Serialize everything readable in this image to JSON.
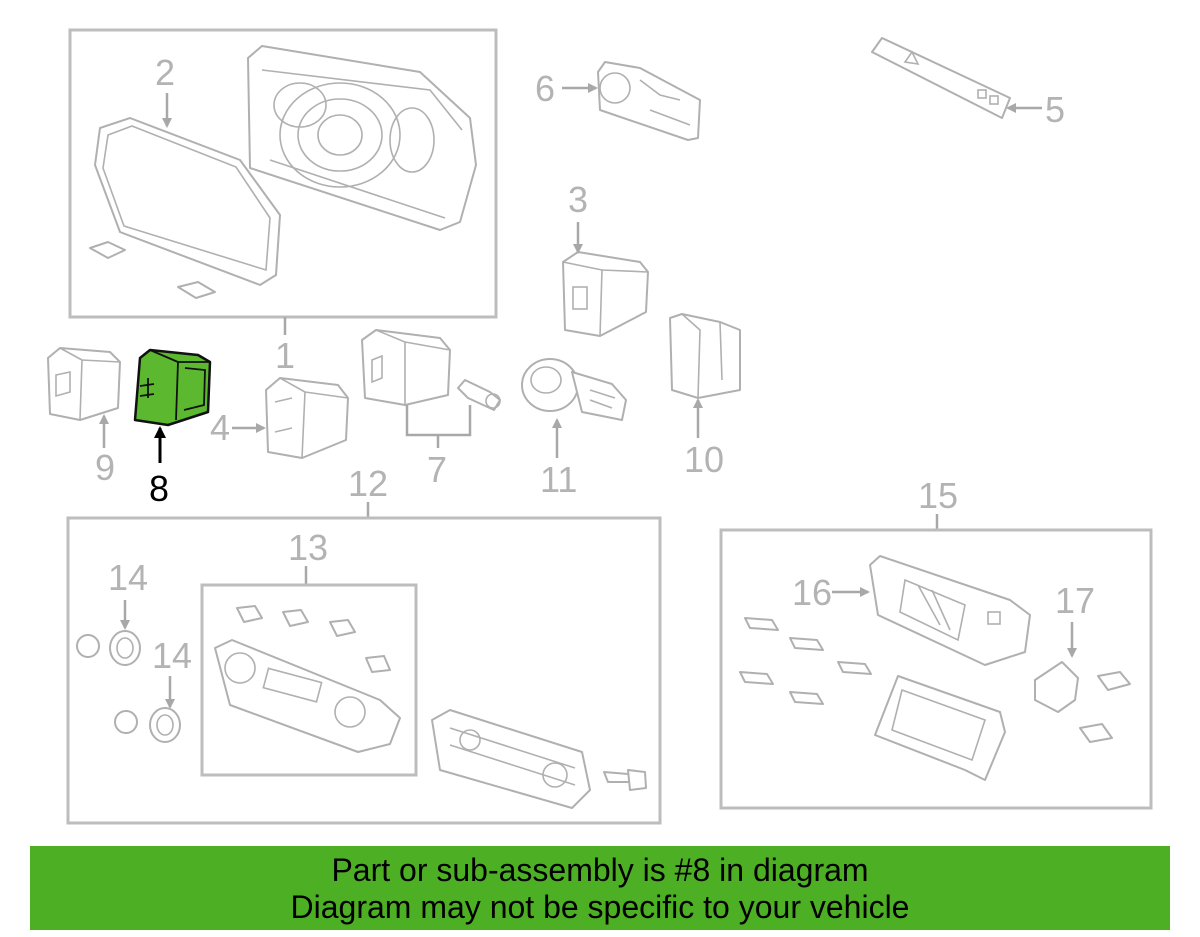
{
  "callouts": {
    "c1": "1",
    "c2": "2",
    "c3": "3",
    "c4": "4",
    "c5": "5",
    "c6": "6",
    "c7": "7",
    "c8": "8",
    "c9": "9",
    "c10": "10",
    "c11": "11",
    "c12": "12",
    "c13": "13",
    "c14a": "14",
    "c14b": "14",
    "c15": "15",
    "c16": "16",
    "c17": "17"
  },
  "highlight": {
    "part": "8",
    "color": "#5cb82e"
  },
  "banner": {
    "line1": "Part or sub-assembly is #8 in diagram",
    "line2": "Diagram may not be specific to your vehicle",
    "color": "#4caf24"
  }
}
